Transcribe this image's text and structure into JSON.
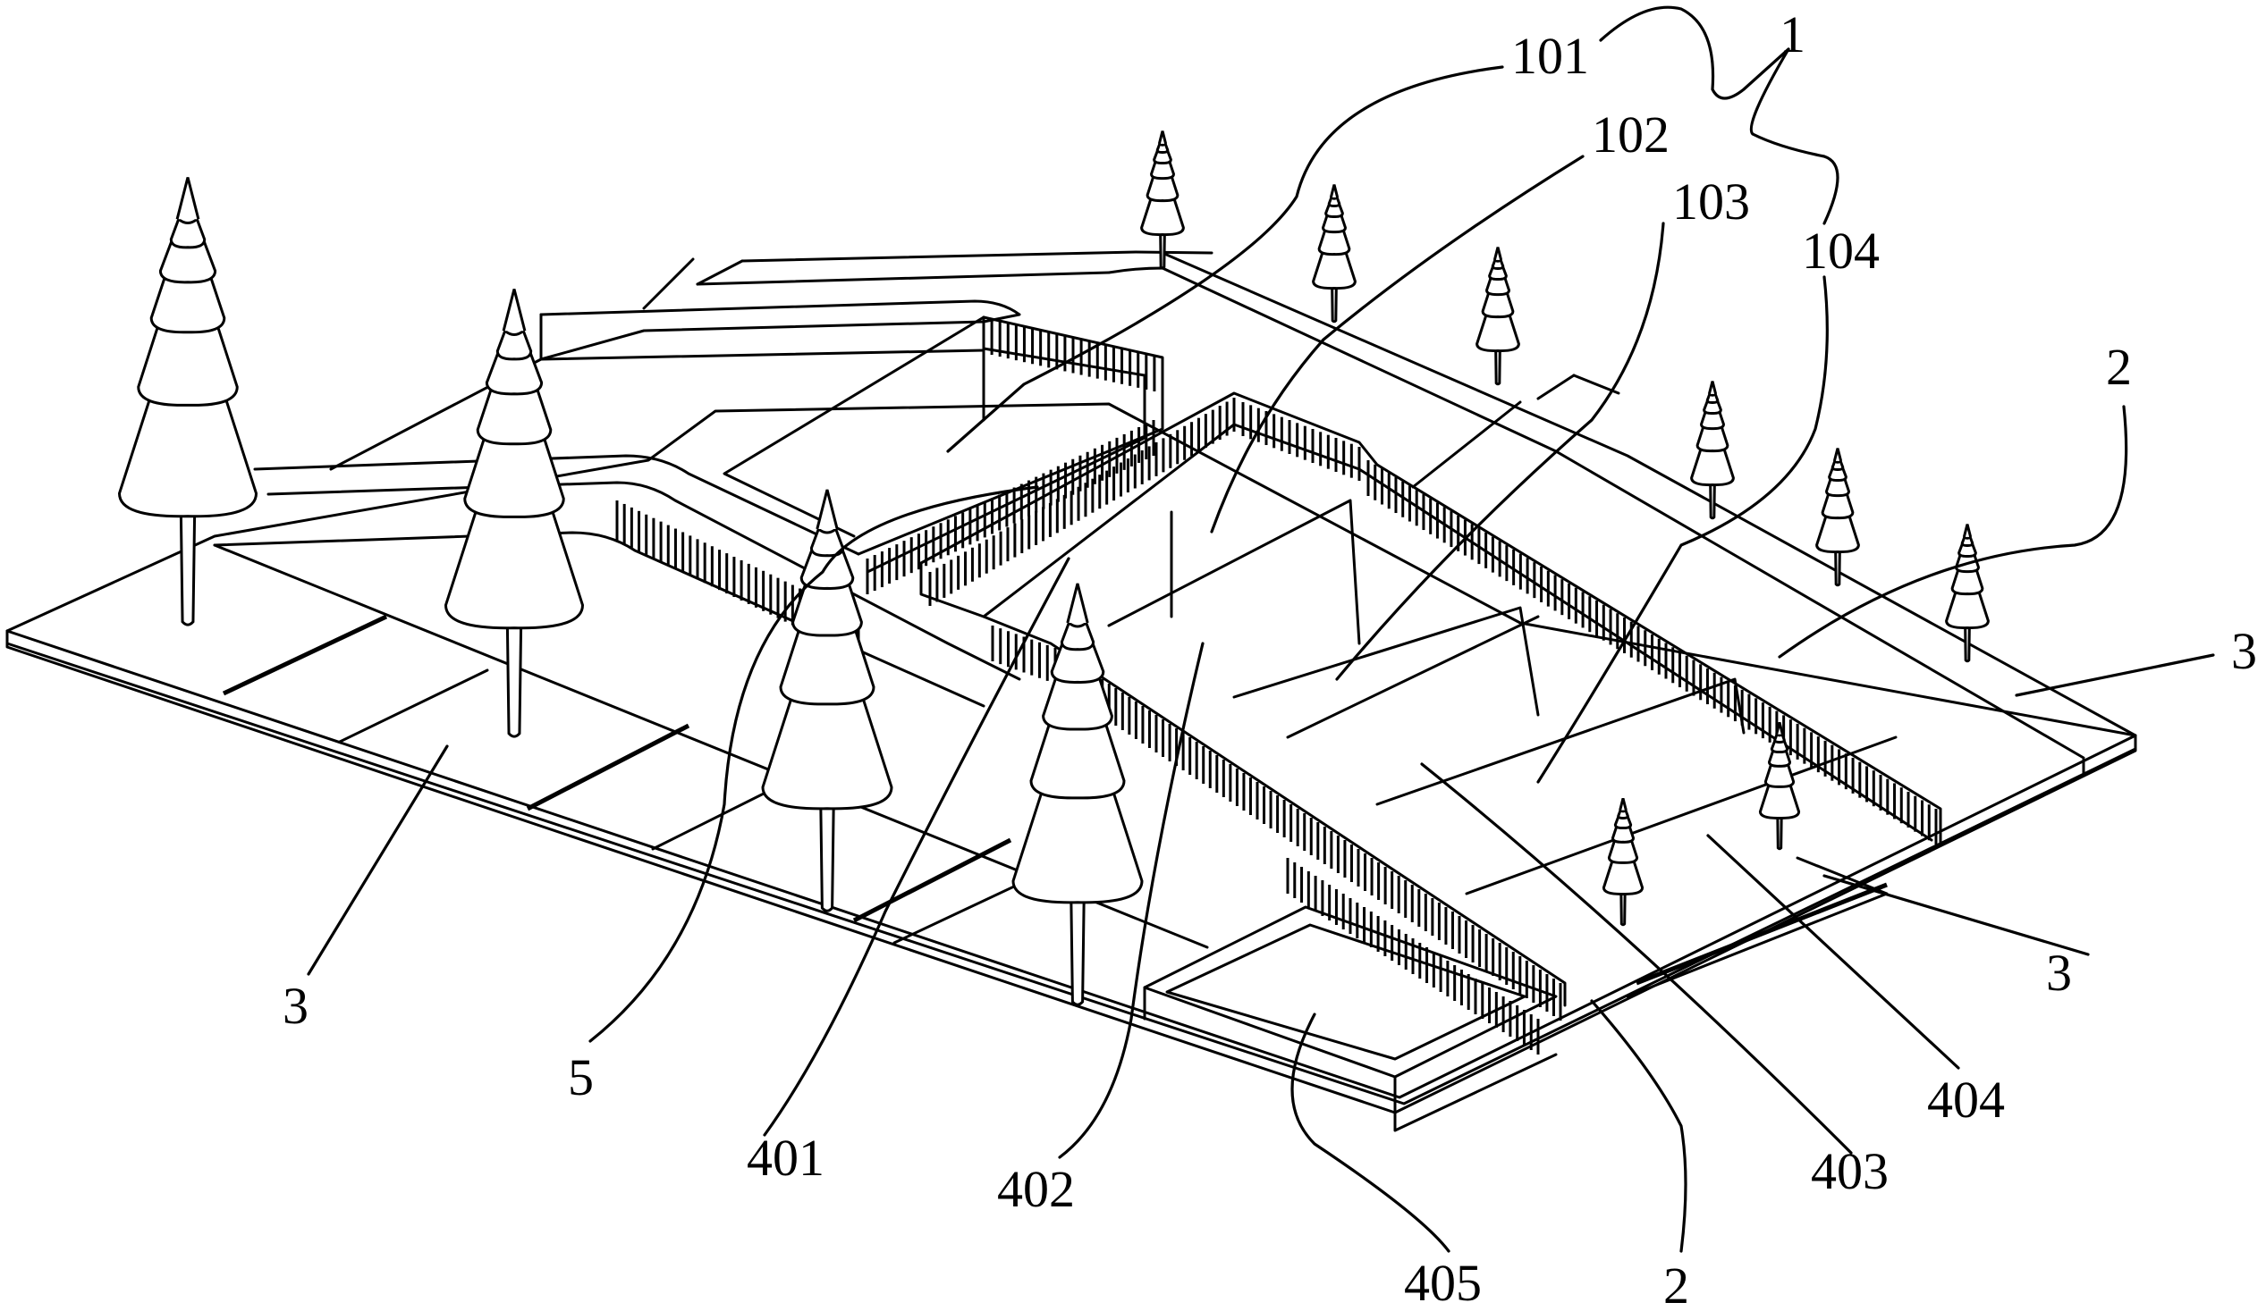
{
  "figure": {
    "type": "patent-perspective-drawing",
    "subject": "terraced landscape with walkways, railings, sunken basins and trees",
    "colors": {
      "line": "#000000",
      "background": "#ffffff"
    }
  },
  "labels": [
    {
      "id": "label-1",
      "text": "1"
    },
    {
      "id": "label-101",
      "text": "101"
    },
    {
      "id": "label-102",
      "text": "102"
    },
    {
      "id": "label-103",
      "text": "103"
    },
    {
      "id": "label-104",
      "text": "104"
    },
    {
      "id": "label-2-top",
      "text": "2"
    },
    {
      "id": "label-3-right",
      "text": "3"
    },
    {
      "id": "label-3-right-lower",
      "text": "3"
    },
    {
      "id": "label-3-left",
      "text": "3"
    },
    {
      "id": "label-5",
      "text": "5"
    },
    {
      "id": "label-401",
      "text": "401"
    },
    {
      "id": "label-402",
      "text": "402"
    },
    {
      "id": "label-403",
      "text": "403"
    },
    {
      "id": "label-404",
      "text": "404"
    },
    {
      "id": "label-405",
      "text": "405"
    },
    {
      "id": "label-2-bottom",
      "text": "2"
    }
  ],
  "trees": {
    "large_count": 4,
    "small_count": 8
  }
}
